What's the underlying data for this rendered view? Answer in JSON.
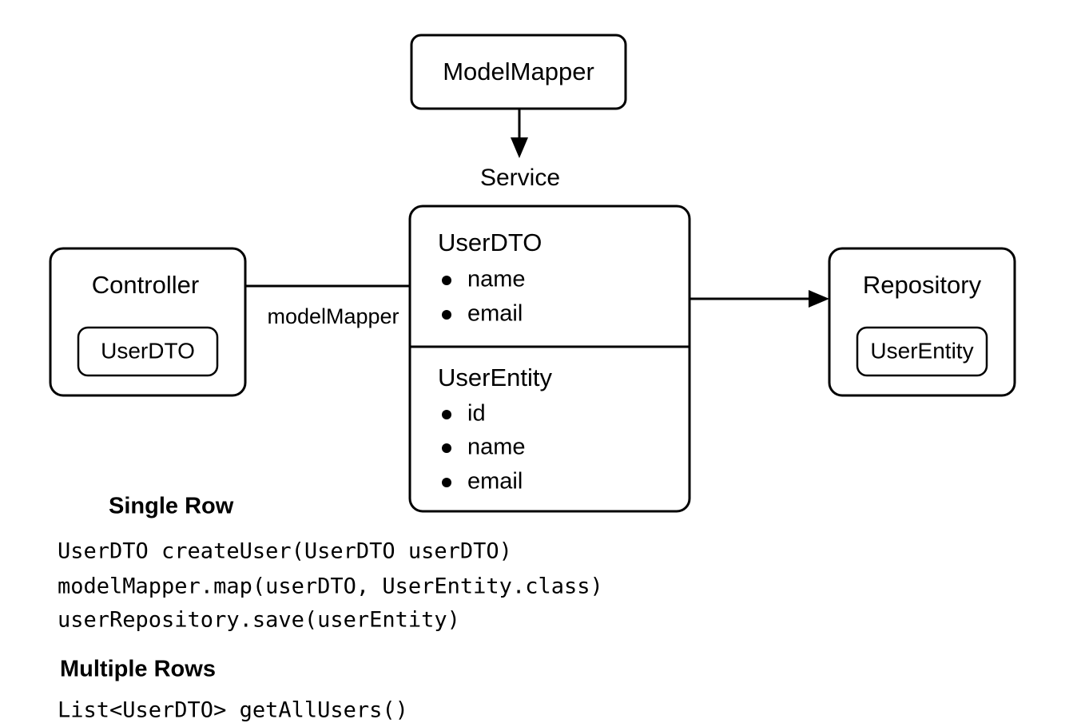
{
  "diagram": {
    "title_node": {
      "label": "ModelMapper"
    },
    "service_label": {
      "label": "Service"
    },
    "controller": {
      "label": "Controller",
      "inner_label": "UserDTO"
    },
    "repository": {
      "label": "Repository",
      "inner_label": "UserEntity"
    },
    "service_box": {
      "dto_section": {
        "title": "UserDTO",
        "fields": [
          "name",
          "email"
        ]
      },
      "entity_section": {
        "title": "UserEntity",
        "fields": [
          "id",
          "name",
          "email"
        ]
      }
    },
    "edges": {
      "controller_to_service_label": "modelMapper"
    }
  },
  "notes": {
    "single_row": {
      "heading": "Single Row",
      "lines": [
        "UserDTO createUser(UserDTO userDTO)",
        "modelMapper.map(userDTO, UserEntity.class)",
        "userRepository.save(userEntity)"
      ]
    },
    "multiple_rows": {
      "heading": "Multiple Rows",
      "lines": [
        "List<UserDTO> getAllUsers()"
      ]
    }
  },
  "colors": {
    "stroke": "#000000",
    "background": "#ffffff",
    "text": "#000000"
  }
}
